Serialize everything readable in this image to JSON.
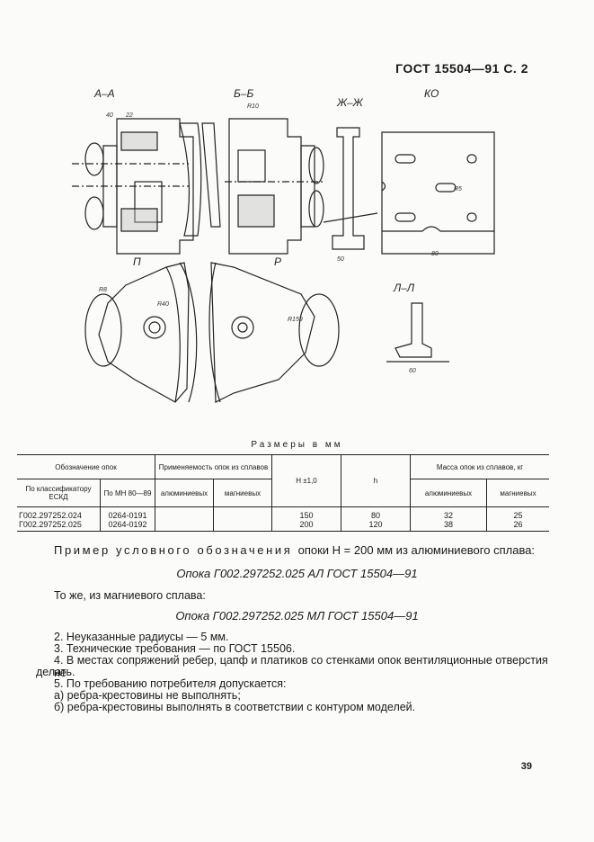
{
  "header": {
    "code": "ГОСТ 15504—91 С. 2"
  },
  "drawing": {
    "section_labels": [
      "А–А",
      "Б–Б",
      "Ж–Ж",
      "КО",
      "П",
      "Р",
      "Л–Л"
    ]
  },
  "table": {
    "caption": "Размеры в мм",
    "col_designation": "Обозначение опок",
    "col_by_classifier": "По классификатору ЕСКД",
    "col_by_mn": "По МН 80—89",
    "col_applicability": "Применяемость опок из сплавов",
    "col_aluminum": "алюминиевых",
    "col_magnesium": "магниевых",
    "col_h_big": "H ±1,0",
    "col_h_small": "h",
    "col_mass": "Масса опок из сплавов, кг",
    "col_mass_aluminum": "алюминиевых",
    "col_mass_magnesium": "магниевых",
    "rows": [
      {
        "eskd": "Г002.297252.024",
        "mn": "0264-0191",
        "H": "150",
        "h": "80",
        "mass_al": "32",
        "mass_mg": "25"
      },
      {
        "eskd": "Г002.297252.025",
        "mn": "0264-0192",
        "H": "200",
        "h": "120",
        "mass_al": "38",
        "mass_mg": "26"
      }
    ]
  },
  "text": {
    "example_intro_spaced": "Пример условного обозначения",
    "example_intro_rest": "опоки H = 200 мм из алюминиевого сплава:",
    "example1": "Опока Г002.297252.025 АЛ ГОСТ 15504—91",
    "same_magnesium": "То же, из магниевого сплава:",
    "example2": "Опока Г002.297252.025 МЛ ГОСТ 15504—91",
    "note2": "2. Неуказанные радиусы — 5 мм.",
    "note3": "3. Технические требования — по ГОСТ 15506.",
    "note4_a": "4. В местах сопряжений ребер, цапф и платиков со стенками опок вентиляционные отверстия не",
    "note4_b": "делать.",
    "note5": "5. По требованию потребителя допускается:",
    "note5a": "а) ребра-крестовины не выполнять;",
    "note5b": "б) ребра-крестовины выполнять в соответствии с контуром моделей."
  },
  "page_number": "39"
}
